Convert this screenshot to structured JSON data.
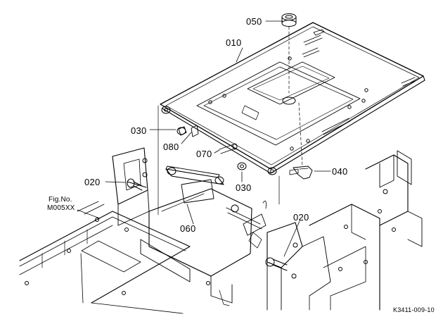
{
  "callouts": {
    "p010": "010",
    "p020_left": "020",
    "p020_right": "020",
    "p030_left": "030",
    "p030_right": "030",
    "p040": "040",
    "p050": "050",
    "p060": "060",
    "p070": "070",
    "p080": "080"
  },
  "figref": {
    "line1": "Fig.No.",
    "line2": "M005XX"
  },
  "drawing_number": "K3411-009-10"
}
